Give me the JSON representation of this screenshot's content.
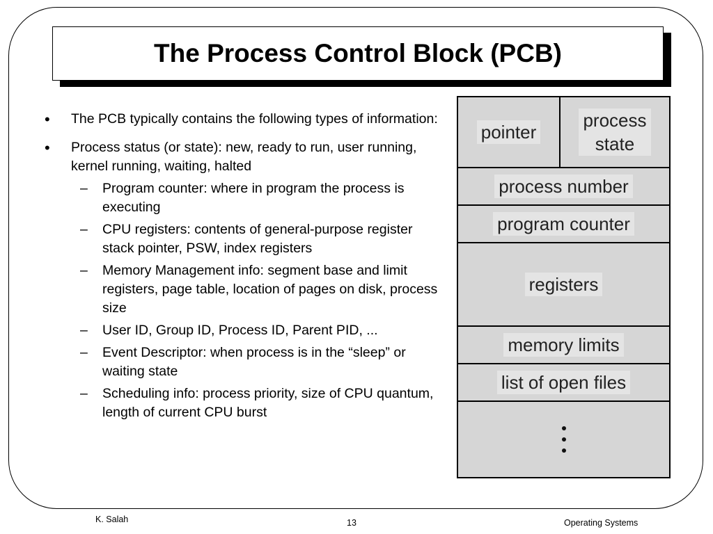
{
  "title": "The Process Control Block (PCB)",
  "bullets": [
    "The PCB typically contains the following types of information:",
    "Process status (or state): new, ready to run, user running, kernel running, waiting, halted"
  ],
  "sub_bullets": [
    "Program counter: where in program the process is executing",
    "CPU registers: contents of general-purpose register stack pointer, PSW, index registers",
    "Memory Management info: segment base and limit registers, page table, location of pages on disk, process size",
    "User ID, Group ID, Process ID, Parent PID, ...",
    "Event Descriptor: when process is in the “sleep” or waiting state",
    "Scheduling info: process priority, size of CPU quantum, length of current CPU burst"
  ],
  "bullet_marker": "•",
  "sub_marker": "–",
  "pcb_diagram": {
    "pointer": "pointer",
    "process_state_line1": "process",
    "process_state_line2": "state",
    "process_number": "process number",
    "program_counter": "program counter",
    "registers": "registers",
    "memory_limits": "memory limits",
    "open_files": "list of open files"
  },
  "footer": {
    "author": "K. Salah",
    "page": "13",
    "course": "Operating Systems"
  }
}
